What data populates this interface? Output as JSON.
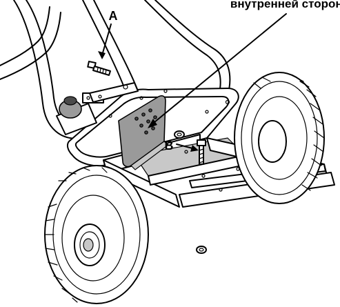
{
  "callouts": {
    "label_a": "A",
    "label_b": "B",
    "header_text": "внутренней стороне"
  },
  "colors": {
    "ink": "#000000",
    "bracket_fill": "#9a9a9a",
    "shade": "#c8c8c8",
    "background": "#ffffff"
  }
}
